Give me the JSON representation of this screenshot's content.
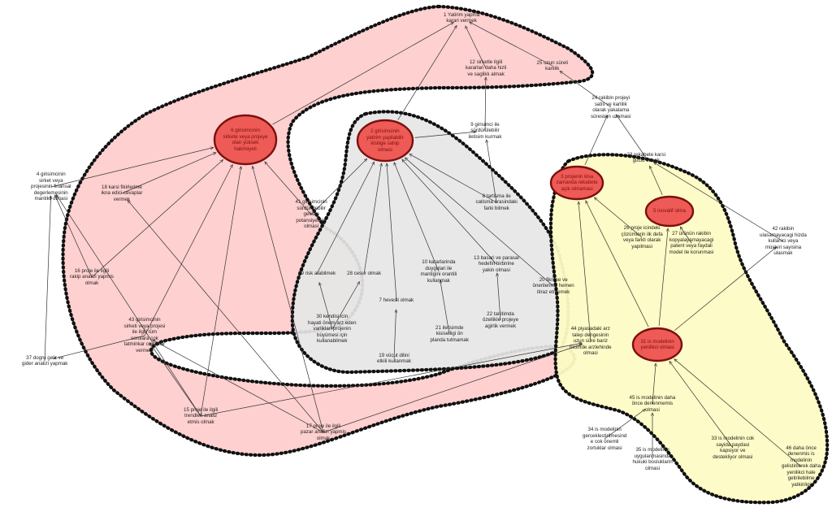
{
  "colors": {
    "node_fill": "#ee5a55",
    "node_stroke": "#7a1010",
    "region_pink": "#ffc9c9",
    "region_gray": "#e6e6e6",
    "region_yellow": "#fdfbc4",
    "edge": "#333333",
    "region_border": "#111111"
  },
  "nodes": [
    {
      "id": "n1",
      "kind": "text",
      "text": "1 Yatirim yapma\nkarari vermek"
    },
    {
      "id": "n12",
      "kind": "text",
      "text": "12 sirketle ilgili\nkararlari daha hizli\nve sagliklı almak"
    },
    {
      "id": "n25",
      "kind": "text",
      "text": "25 uzun süreli\nkarlilik"
    },
    {
      "id": "n24",
      "kind": "text",
      "text": "24 rakibin projeyi\nsatis ve karlilik\nolarak yakalama\nsüresinin uzamasi"
    },
    {
      "id": "n9",
      "kind": "text",
      "text": "9 girisimci ile\nsürdürülebilir\niletisim kurmak"
    },
    {
      "id": "n6",
      "kind": "key",
      "text": "6 girisimcinin\nsirkete veya projeye\nolan yüksek\nhakimiyeti"
    },
    {
      "id": "n2",
      "kind": "key",
      "text": "2 girisimcinin\nyatirim yapilabilir\nkisilige sahip\nolmasi"
    },
    {
      "id": "n23",
      "kind": "text",
      "text": "23 rekabete karsi\ngüclü olmak"
    },
    {
      "id": "n3",
      "kind": "key",
      "text": "3 projenin kisa\nzamanda rekabete\naçik olmamasi"
    },
    {
      "id": "n5",
      "kind": "key",
      "text": "5 inovatif olma"
    },
    {
      "id": "n4",
      "kind": "text",
      "text": "4 girisimcinin\nsirket veya\nprojesinin finansal\ndegerlemesinin\nmantikli olmasi"
    },
    {
      "id": "n18",
      "kind": "text",
      "text": "18 karsi fikirlerime\nikna edici cevaplar\nvermek"
    },
    {
      "id": "n41",
      "kind": "text",
      "text": "41 girisimcinin\nsürdürülebilir\ngelisim\npotansiyelinin\nolmasi"
    },
    {
      "id": "n8",
      "kind": "text",
      "text": "8 tartisma ile\ncatisma arasindaki\nfarki bilmek"
    },
    {
      "id": "n26",
      "kind": "text",
      "text": "26 proje icindeki\nçözümlerin ilk defa\nveya farkli olarak\nyapilmasi"
    },
    {
      "id": "n27",
      "kind": "text",
      "text": "27 ürünün rakibin\nkopyalayamayacagi\npatent veya faydali\nmodel ile korunmasi"
    },
    {
      "id": "n42",
      "kind": "text",
      "text": "42 rakibin\nulasamayacagi hizda\nkullanici veya\nmüsteri sayisina\nulasmak"
    },
    {
      "id": "n16",
      "kind": "text",
      "text": "16 proje ile ilgili\nrakip analizi yapmis\nolmak"
    },
    {
      "id": "n29",
      "kind": "text",
      "text": "29 risk alabilmek"
    },
    {
      "id": "n28",
      "kind": "text",
      "text": "28 cesur olmak"
    },
    {
      "id": "n10",
      "kind": "text",
      "text": "10 kararlarinda\nduygulari ile\nmantigini orantili\nkullanmak"
    },
    {
      "id": "n13",
      "kind": "text",
      "text": "13 basari ve parasal\nhedefin birbirine\nyakin olmasi"
    },
    {
      "id": "n20",
      "kind": "text",
      "text": "20 fikrime ve\nönerilerime hemen\nitiraz etmemek"
    },
    {
      "id": "n7",
      "kind": "text",
      "text": "7 hevesli olmak"
    },
    {
      "id": "n30",
      "kind": "text",
      "text": "30 kendisi icin\nhayati önem arz eden\nvarliklari projenin\nbüyümesi için\nkullanabilmek"
    },
    {
      "id": "n22",
      "kind": "text",
      "text": "22 tanitimda\nözellikle projeye\nagirlik vermek"
    },
    {
      "id": "n21",
      "kind": "text",
      "text": "21 iletisimde\nkisiselligi ön\nplanda tutmamak"
    },
    {
      "id": "n19",
      "kind": "text",
      "text": "19 vücut dilini\netkili kullanmak"
    },
    {
      "id": "n43",
      "kind": "text",
      "text": "43 girisimcinin\nsirketi veya projesi\nile ilgili tüm\nsorulara cok\ntatminkar cevaplar\nvermesi"
    },
    {
      "id": "n37",
      "kind": "text",
      "text": "37 dogru gelir ve\ngider analizi yapmak"
    },
    {
      "id": "n44",
      "kind": "text",
      "text": "44 piyasadaki arz\ntalep dengesinin\nuzun süre bariz\nbicimde arzlehinde\nolmasi"
    },
    {
      "id": "n31",
      "kind": "key",
      "text": "31 is modelinin\nyenilikci olmasi"
    },
    {
      "id": "n15",
      "kind": "text",
      "text": "15 proje ile ilgili\ntrendleri analiz\netmis olmak"
    },
    {
      "id": "n17",
      "kind": "text",
      "text": "17 proje ile ilgili\npazar analizi yapmis\nolmak"
    },
    {
      "id": "n45",
      "kind": "text",
      "text": "45 is modelinin daha\nönce denenmemis\nolmasi"
    },
    {
      "id": "n34",
      "kind": "text",
      "text": "34 is modelinin\ngerceklestirilmesind\ne cok önemli\nzorluklar olmasi"
    },
    {
      "id": "n35",
      "kind": "text",
      "text": "35 is modelinin\nuygulanmasinda\nhukuki bosluklarin\nolmasi"
    },
    {
      "id": "n33",
      "kind": "text",
      "text": "33 is modelinin cok\nsayida paydasi\nkapsiyor ve\ndestekliyor olmasi"
    },
    {
      "id": "n46",
      "kind": "text",
      "text": "46 daha önce\ndenenmis is\nmodelinin\ngelistirilerek daha\nyenilikci hale\ngetirilebilme\nyatkinligi"
    }
  ],
  "edges": [
    [
      "n12",
      "n1"
    ],
    [
      "n25",
      "n1"
    ],
    [
      "n6",
      "n1"
    ],
    [
      "n2",
      "n1"
    ],
    [
      "n24",
      "n25"
    ],
    [
      "n9",
      "n12"
    ],
    [
      "n2",
      "n9"
    ],
    [
      "n23",
      "n24"
    ],
    [
      "n3",
      "n24"
    ],
    [
      "n5",
      "n23"
    ],
    [
      "n42",
      "n23"
    ],
    [
      "n31",
      "n42"
    ],
    [
      "n31",
      "n5"
    ],
    [
      "n31",
      "n3"
    ],
    [
      "n26",
      "n3"
    ],
    [
      "n27",
      "n5"
    ],
    [
      "n44",
      "n3"
    ],
    [
      "n45",
      "n31"
    ],
    [
      "n33",
      "n31"
    ],
    [
      "n46",
      "n31"
    ],
    [
      "n34",
      "n45"
    ],
    [
      "n35",
      "n45"
    ],
    [
      "n18",
      "n6"
    ],
    [
      "n4",
      "n6"
    ],
    [
      "n41",
      "n6"
    ],
    [
      "n16",
      "n6"
    ],
    [
      "n43",
      "n6"
    ],
    [
      "n15",
      "n6"
    ],
    [
      "n17",
      "n6"
    ],
    [
      "n16",
      "n4"
    ],
    [
      "n37",
      "n4"
    ],
    [
      "n15",
      "n4"
    ],
    [
      "n17",
      "n18"
    ],
    [
      "n8",
      "n2"
    ],
    [
      "n29",
      "n2"
    ],
    [
      "n28",
      "n2"
    ],
    [
      "n10",
      "n2"
    ],
    [
      "n13",
      "n2"
    ],
    [
      "n20",
      "n2"
    ],
    [
      "n7",
      "n2"
    ],
    [
      "n30",
      "n28"
    ],
    [
      "n22",
      "n13"
    ],
    [
      "n21",
      "n10"
    ],
    [
      "n19",
      "n7"
    ],
    [
      "n41",
      "n2"
    ],
    [
      "n8",
      "n9"
    ],
    [
      "n15",
      "n43"
    ],
    [
      "n17",
      "n43"
    ],
    [
      "n43",
      "n37"
    ],
    [
      "n15",
      "n44"
    ],
    [
      "n17",
      "n44"
    ],
    [
      "n30",
      "n29"
    ]
  ]
}
